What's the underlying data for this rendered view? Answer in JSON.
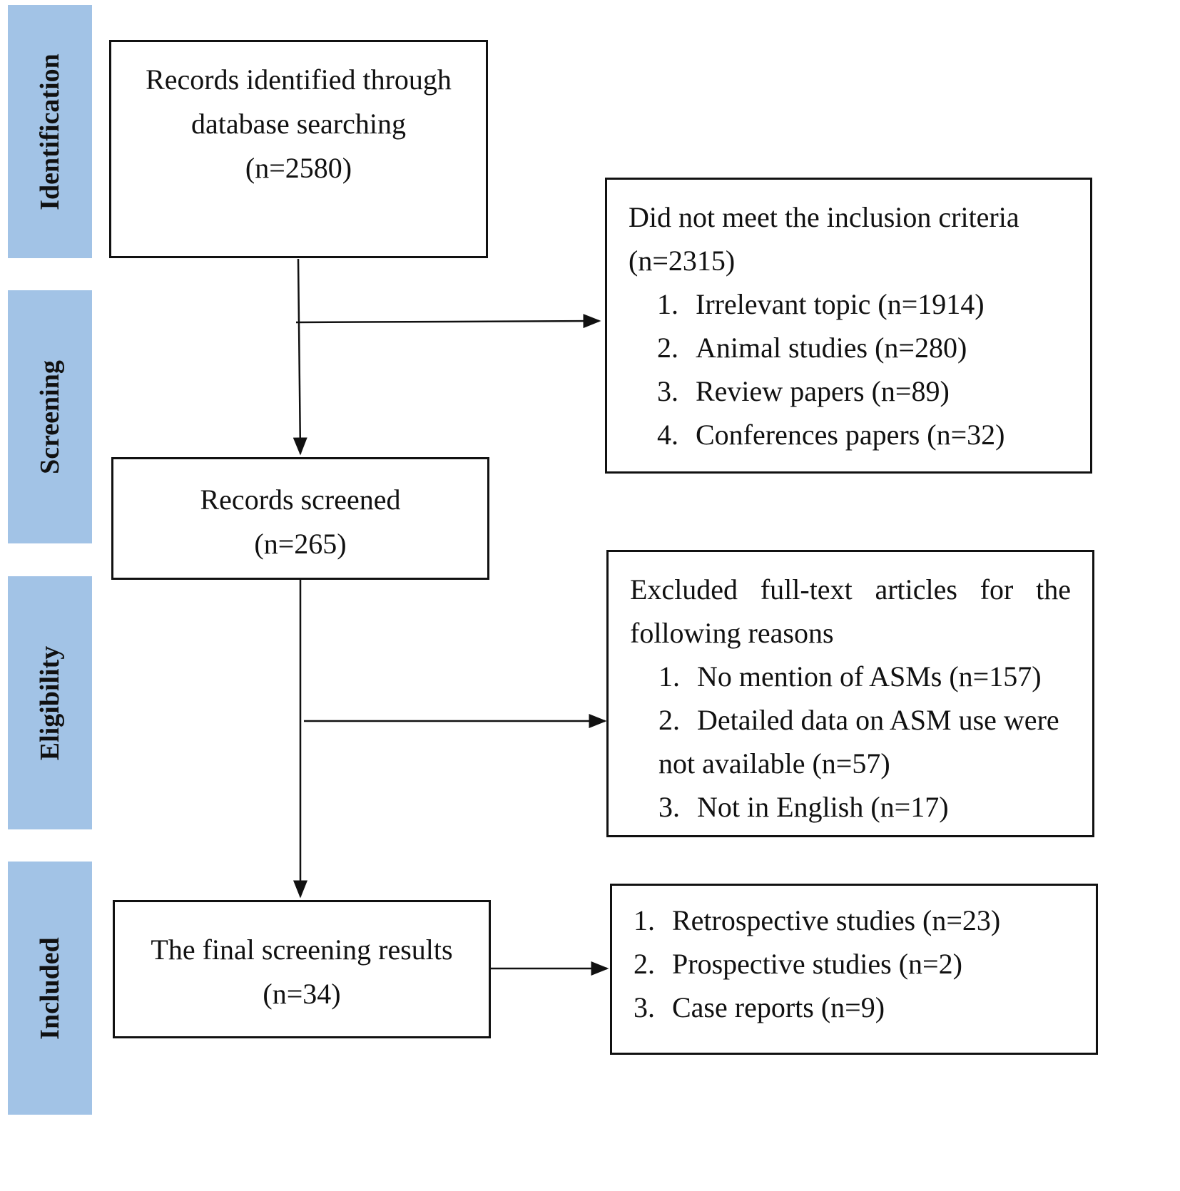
{
  "stages": [
    {
      "id": "identification",
      "label": "Identification"
    },
    {
      "id": "screening",
      "label": "Screening"
    },
    {
      "id": "eligibility",
      "label": "Eligibility"
    },
    {
      "id": "included",
      "label": "Included"
    }
  ],
  "boxes": {
    "records_identified": {
      "lines": [
        "Records identified through",
        "database searching",
        "(n=2580)"
      ]
    },
    "inclusion_excluded": {
      "heading": "Did not meet the inclusion criteria",
      "count": "(n=2315)",
      "items": [
        {
          "num": "1.",
          "text": "Irrelevant topic (n=1914)"
        },
        {
          "num": "2.",
          "text": "Animal studies (n=280)"
        },
        {
          "num": "3.",
          "text": "Review papers (n=89)"
        },
        {
          "num": "4.",
          "text": "Conferences papers (n=32)"
        }
      ]
    },
    "records_screened": {
      "lines": [
        "Records screened",
        "(n=265)"
      ]
    },
    "fulltext_excluded": {
      "heading": "Excluded full-text articles for the",
      "heading2": "following reasons",
      "items": [
        {
          "num": "1.",
          "text": "No mention of ASMs (n=157)"
        },
        {
          "num": "2.",
          "text": "Detailed data on ASM use were"
        },
        {
          "num": "",
          "text": "not available (n=57)"
        },
        {
          "num": "3.",
          "text": "Not in English (n=17)"
        }
      ]
    },
    "final_results": {
      "lines": [
        "The final screening results",
        "(n=34)"
      ]
    },
    "included_breakdown": {
      "items": [
        {
          "num": "1.",
          "text": "Retrospective studies (n=23)"
        },
        {
          "num": "2.",
          "text": "Prospective studies (n=2)"
        },
        {
          "num": "3.",
          "text": "Case reports (n=9)"
        }
      ]
    }
  }
}
